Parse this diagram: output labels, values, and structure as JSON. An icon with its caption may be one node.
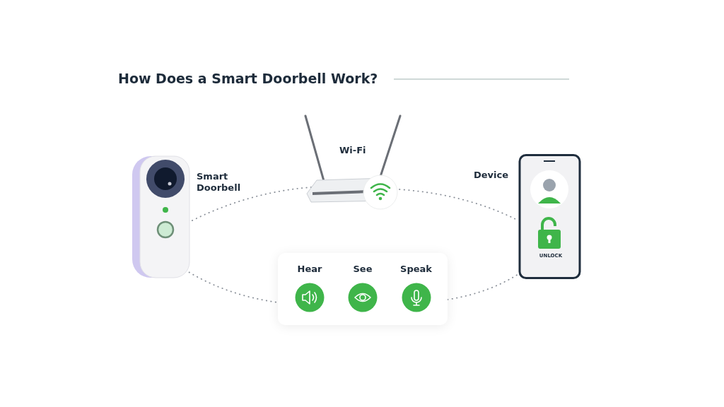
{
  "diagram": {
    "title": "How Does a Smart Doorbell Work?",
    "nodes": [
      {
        "text": [
          "Smart Doorbell"
        ]
      },
      {
        "text": [
          "Wi-Fi"
        ]
      },
      {
        "text": [
          "Device",
          "UNLOCK"
        ]
      },
      {
        "text": [],
        "shape": "box"
      },
      {
        "text": [
          "Hear"
        ],
        "in": 3
      },
      {
        "text": [
          "See"
        ],
        "in": 3
      },
      {
        "text": [
          "Speak"
        ],
        "in": 3
      }
    ],
    "edges": [
      {
        "from": 0,
        "to": 1,
        "arrow": "none"
      },
      {
        "from": 1,
        "to": 2,
        "arrow": "none"
      },
      {
        "from": 0,
        "to": 3,
        "arrow": "none"
      },
      {
        "from": 3,
        "to": 2,
        "arrow": "none"
      }
    ]
  }
}
